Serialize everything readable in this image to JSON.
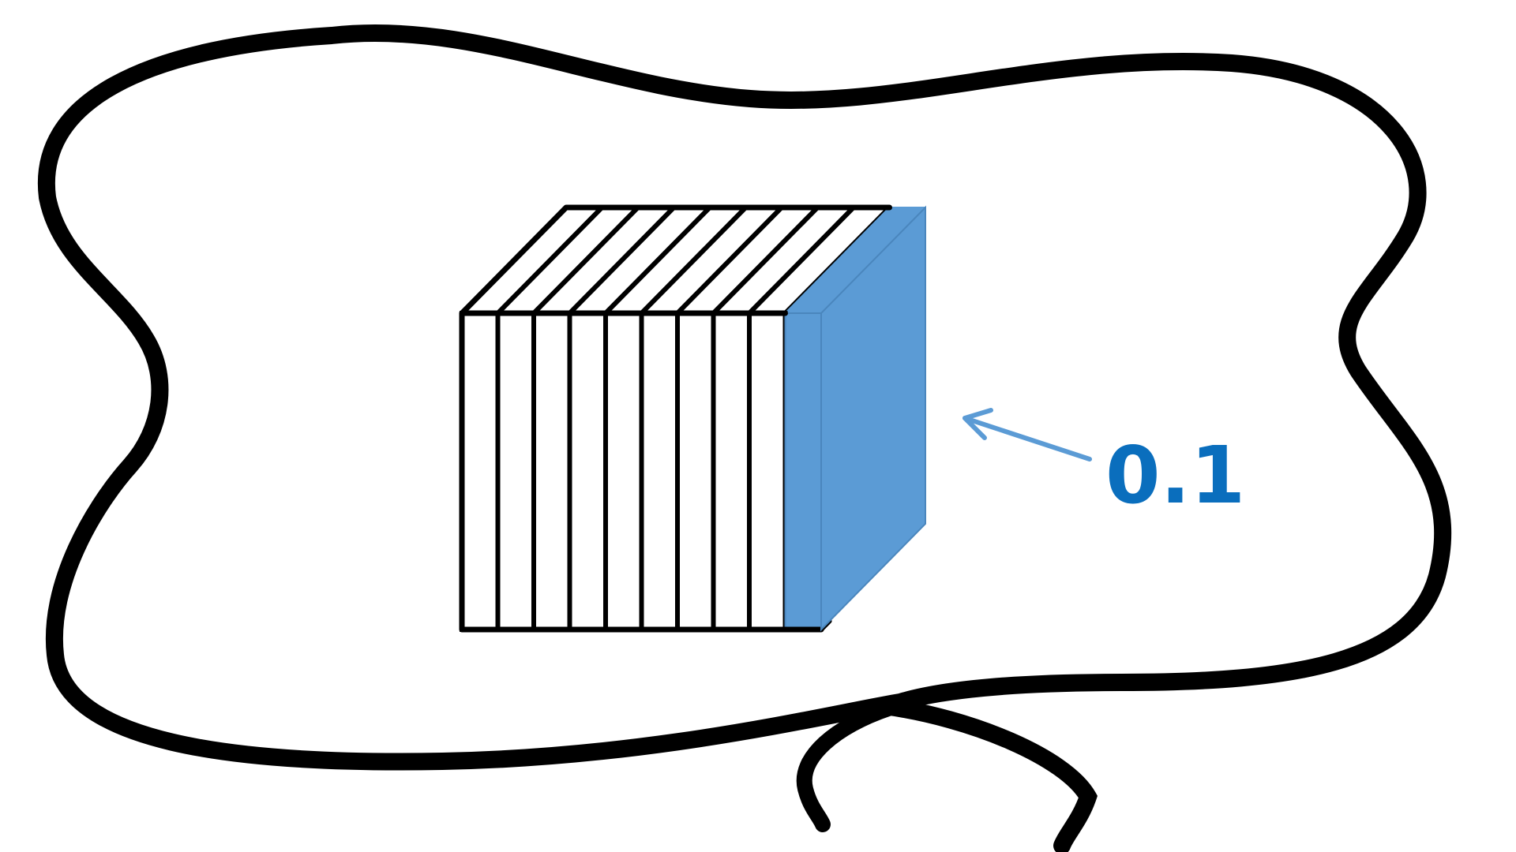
{
  "diagram": {
    "label": "0.1",
    "slice_count": 10,
    "highlighted_slice_count": 1,
    "colors": {
      "outline": "#000000",
      "slice_fill": "#ffffff",
      "highlight_fill": "#5b9bd5",
      "arrow": "#5b9bd5",
      "label": "#0a6ebd",
      "ribbon": "#000000"
    }
  }
}
